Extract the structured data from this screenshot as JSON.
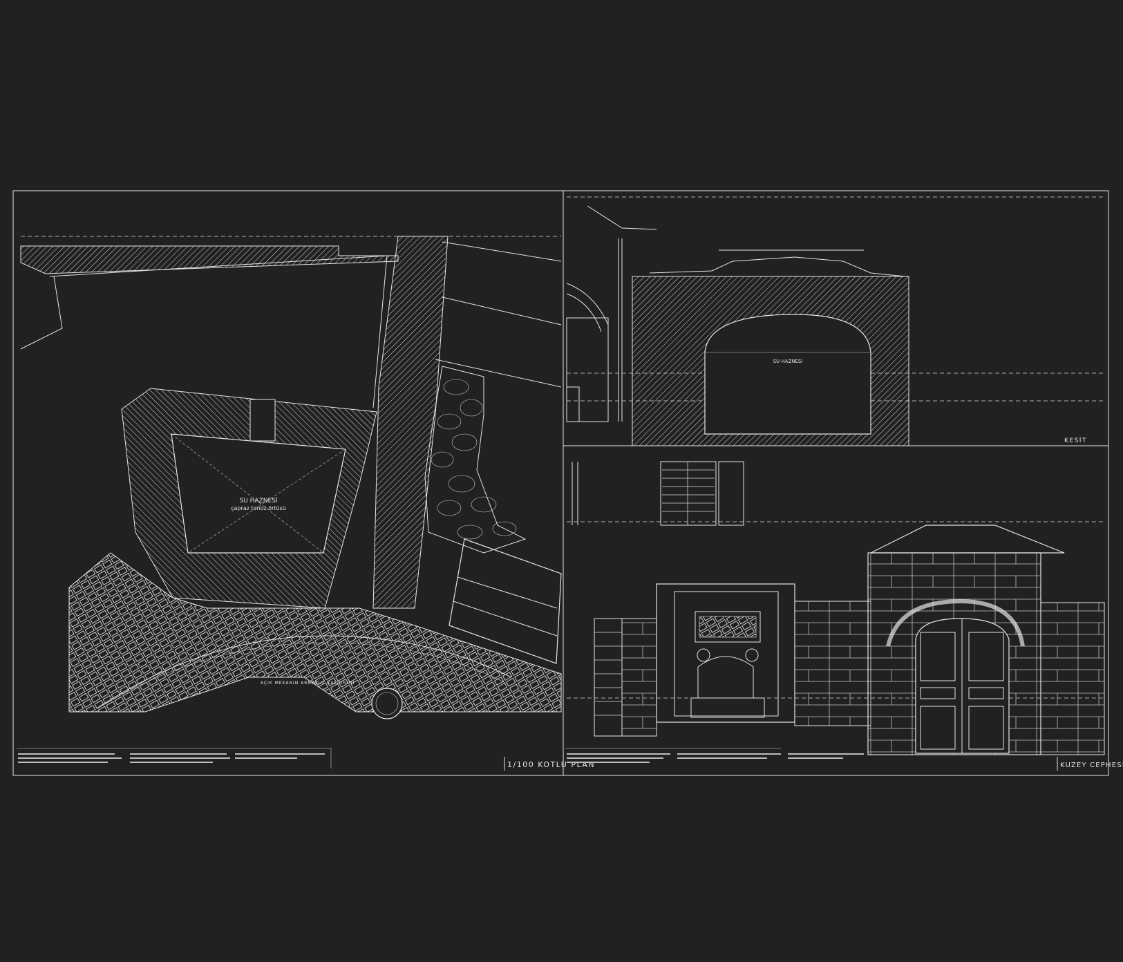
{
  "drawing": {
    "sheet_border_color": "#e6e6e6",
    "background_color": "#212121"
  },
  "plan": {
    "title": "1/100 KOTLU PLAN",
    "reservoir_label": "SU HAZNESİ",
    "reservoir_sub": "çapraz tonoz örtüsü",
    "paving_label": "AÇIK MEKANIN ARNAVUT KALDIRIMI"
  },
  "section": {
    "title": "KESİT",
    "reservoir_label": "SU HAZNESİ"
  },
  "facade": {
    "title": "KUZEY CEPHESİ"
  }
}
